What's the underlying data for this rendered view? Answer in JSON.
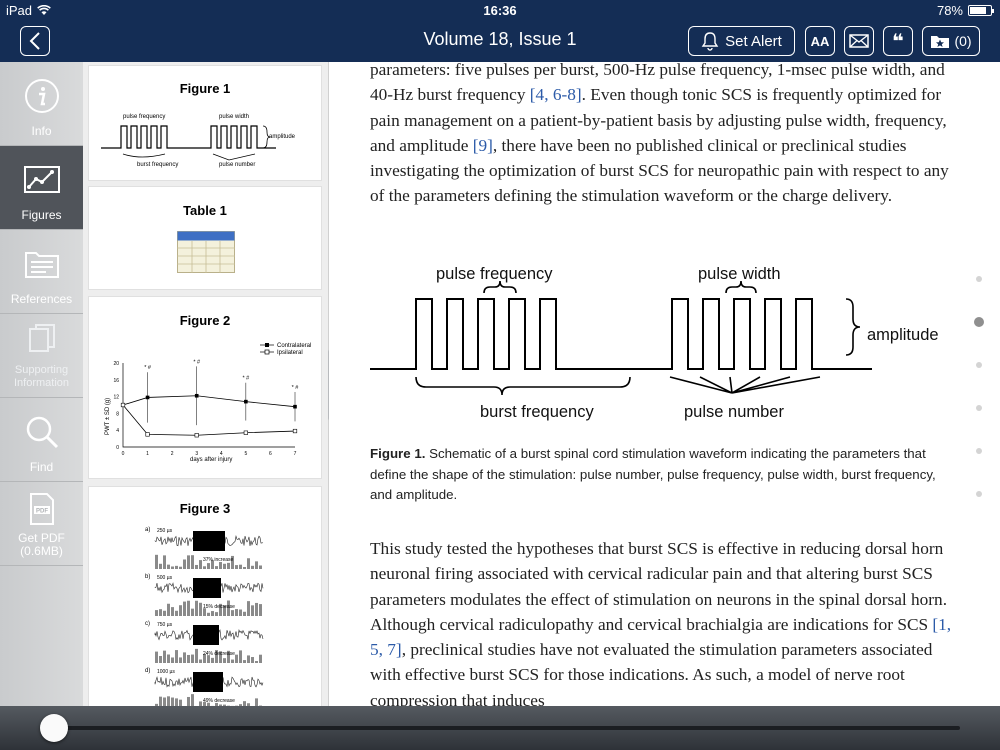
{
  "status_bar": {
    "device": "iPad",
    "time": "16:36",
    "battery": "78%",
    "battery_level": 0.78
  },
  "nav": {
    "title": "Volume 18, Issue 1",
    "set_alert": "Set Alert",
    "text_size": "AA",
    "quote": "❝",
    "saved_count": "(0)"
  },
  "sidebar": {
    "items": [
      {
        "label": "Info",
        "icon": "info-icon"
      },
      {
        "label": "Figures",
        "icon": "figures-icon"
      },
      {
        "label": "References",
        "icon": "references-icon"
      },
      {
        "label": "Supporting Information",
        "icon": "supporting-info-icon"
      },
      {
        "label": "Find",
        "icon": "search-icon"
      },
      {
        "label": "Get PDF (0.6MB)",
        "icon": "pdf-icon"
      }
    ]
  },
  "thumbnails": {
    "fig1": {
      "title": "Figure 1",
      "labels": [
        "pulse frequency",
        "pulse width",
        "amplitude",
        "burst frequency",
        "pulse number"
      ]
    },
    "table1": {
      "title": "Table 1"
    },
    "fig2": {
      "title": "Figure 2",
      "legend": [
        "Contralateral",
        "Ipsilateral"
      ],
      "ylabel": "PWT ± SD (g)",
      "xlabel": "days after injury",
      "yticks": [
        "20",
        "16",
        "12",
        "8",
        "4",
        "0"
      ],
      "xticks": [
        "0",
        "1",
        "2",
        "3",
        "4",
        "5",
        "6",
        "7"
      ],
      "stars": [
        "* #",
        "* #",
        "* #",
        "* #"
      ]
    },
    "fig3": {
      "title": "Figure 3",
      "panels": [
        {
          "tag": "a)",
          "time": "250 µs",
          "caption": "37% increase"
        },
        {
          "tag": "b)",
          "time": "500 µs",
          "caption": "15% decrease"
        },
        {
          "tag": "c)",
          "time": "750 µs",
          "caption": "24% decrease"
        },
        {
          "tag": "d)",
          "time": "1000 µs",
          "caption": "49% decrease"
        }
      ]
    }
  },
  "article": {
    "para1": {
      "t1": "parameters: five pulses per burst, 500-Hz pulse frequency, 1-msec pulse width, and 40-Hz burst frequency ",
      "r1": "[4, 6-8]",
      "t2": ". Even though tonic SCS is frequently optimized for pain management on a patient-by-patient basis by adjusting pulse width, frequency, and amplitude ",
      "r2": "[9]",
      "t3": ", there have been no published clinical or preclinical studies investigating the optimization of burst SCS for neuropathic pain with respect to any of the parameters defining the stimulation waveform or the charge delivery."
    },
    "figure": {
      "labels": {
        "pulse_frequency": "pulse frequency",
        "pulse_width": "pulse width",
        "amplitude": "amplitude",
        "burst_frequency": "burst frequency",
        "pulse_number": "pulse number"
      }
    },
    "caption": {
      "label": "Figure 1.",
      "text": " Schematic of a burst spinal cord stimulation waveform indicating the parameters that define the shape of the stimulation: pulse number, pulse frequency, pulse width, burst frequency, and amplitude."
    },
    "para2": {
      "t1": "This study tested the hypotheses that burst SCS is effective in reducing dorsal horn neuronal firing associated with cervical radicular pain and that altering burst SCS parameters modulates the effect of stimulation on neurons in the spinal dorsal horn. Although cervical radiculopathy and cervical brachialgia are indications for SCS ",
      "r1": "[1, 5, 7]",
      "t2": ", preclinical studies have not evaluated the stimulation parameters associated with effective burst SCS for those indications. As such, a model of nerve root compression that induces"
    }
  },
  "page_indicator": {
    "count": 6,
    "current": 2
  },
  "scrubber": {
    "position": 0.0
  }
}
